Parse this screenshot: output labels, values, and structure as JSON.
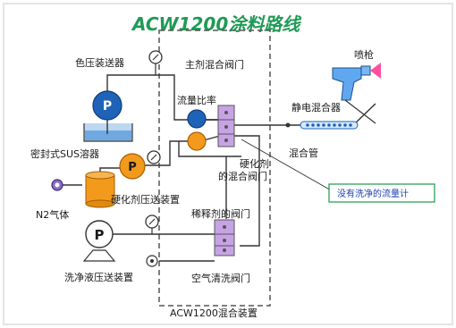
{
  "title": "ACW1200涂料路线",
  "labels": {
    "spray_gun": "喷枪",
    "color_pressure_feeder": "色压装送器",
    "main_mixing_valve": "主剂混合阀门",
    "flow_ratio": "流量比率",
    "static_mixer": "静电混合器",
    "sealed_sus_container": "密封式SUS溶器",
    "mixing_tube": "混合管",
    "hardener_mixing_valve_line1": "硬化剂",
    "hardener_mixing_valve_line2": "的混合阀门",
    "n2_gas": "N2气体",
    "hardener_pressure_feeder": "硬化剂压送装置",
    "uncleaned_flowmeter_note": "没有洗净的流量计",
    "diluent_valve": "稀释剂的阀门",
    "wash_liquid_feeder": "洗净液压送装置",
    "air_clean_valve": "空气清洗阀门",
    "unit_name": "ACW1200混合装置"
  },
  "pump_letter": "P",
  "colors": {
    "title": "#1f9a55",
    "pump_blue": "#1f63b8",
    "pump_orange": "#f39a1c",
    "valve_purple": "#b58ad8",
    "note_border": "#1a9a4a",
    "note_text": "#1a3fb0",
    "gun_pink": "#ff4fa0",
    "gun_blue": "#5fa8f0"
  },
  "icons": [
    "pressure-gauge-icon",
    "pump-icon",
    "spray-gun-icon",
    "valve-icon",
    "flow-meter-icon",
    "nitrogen-cylinder-icon"
  ]
}
